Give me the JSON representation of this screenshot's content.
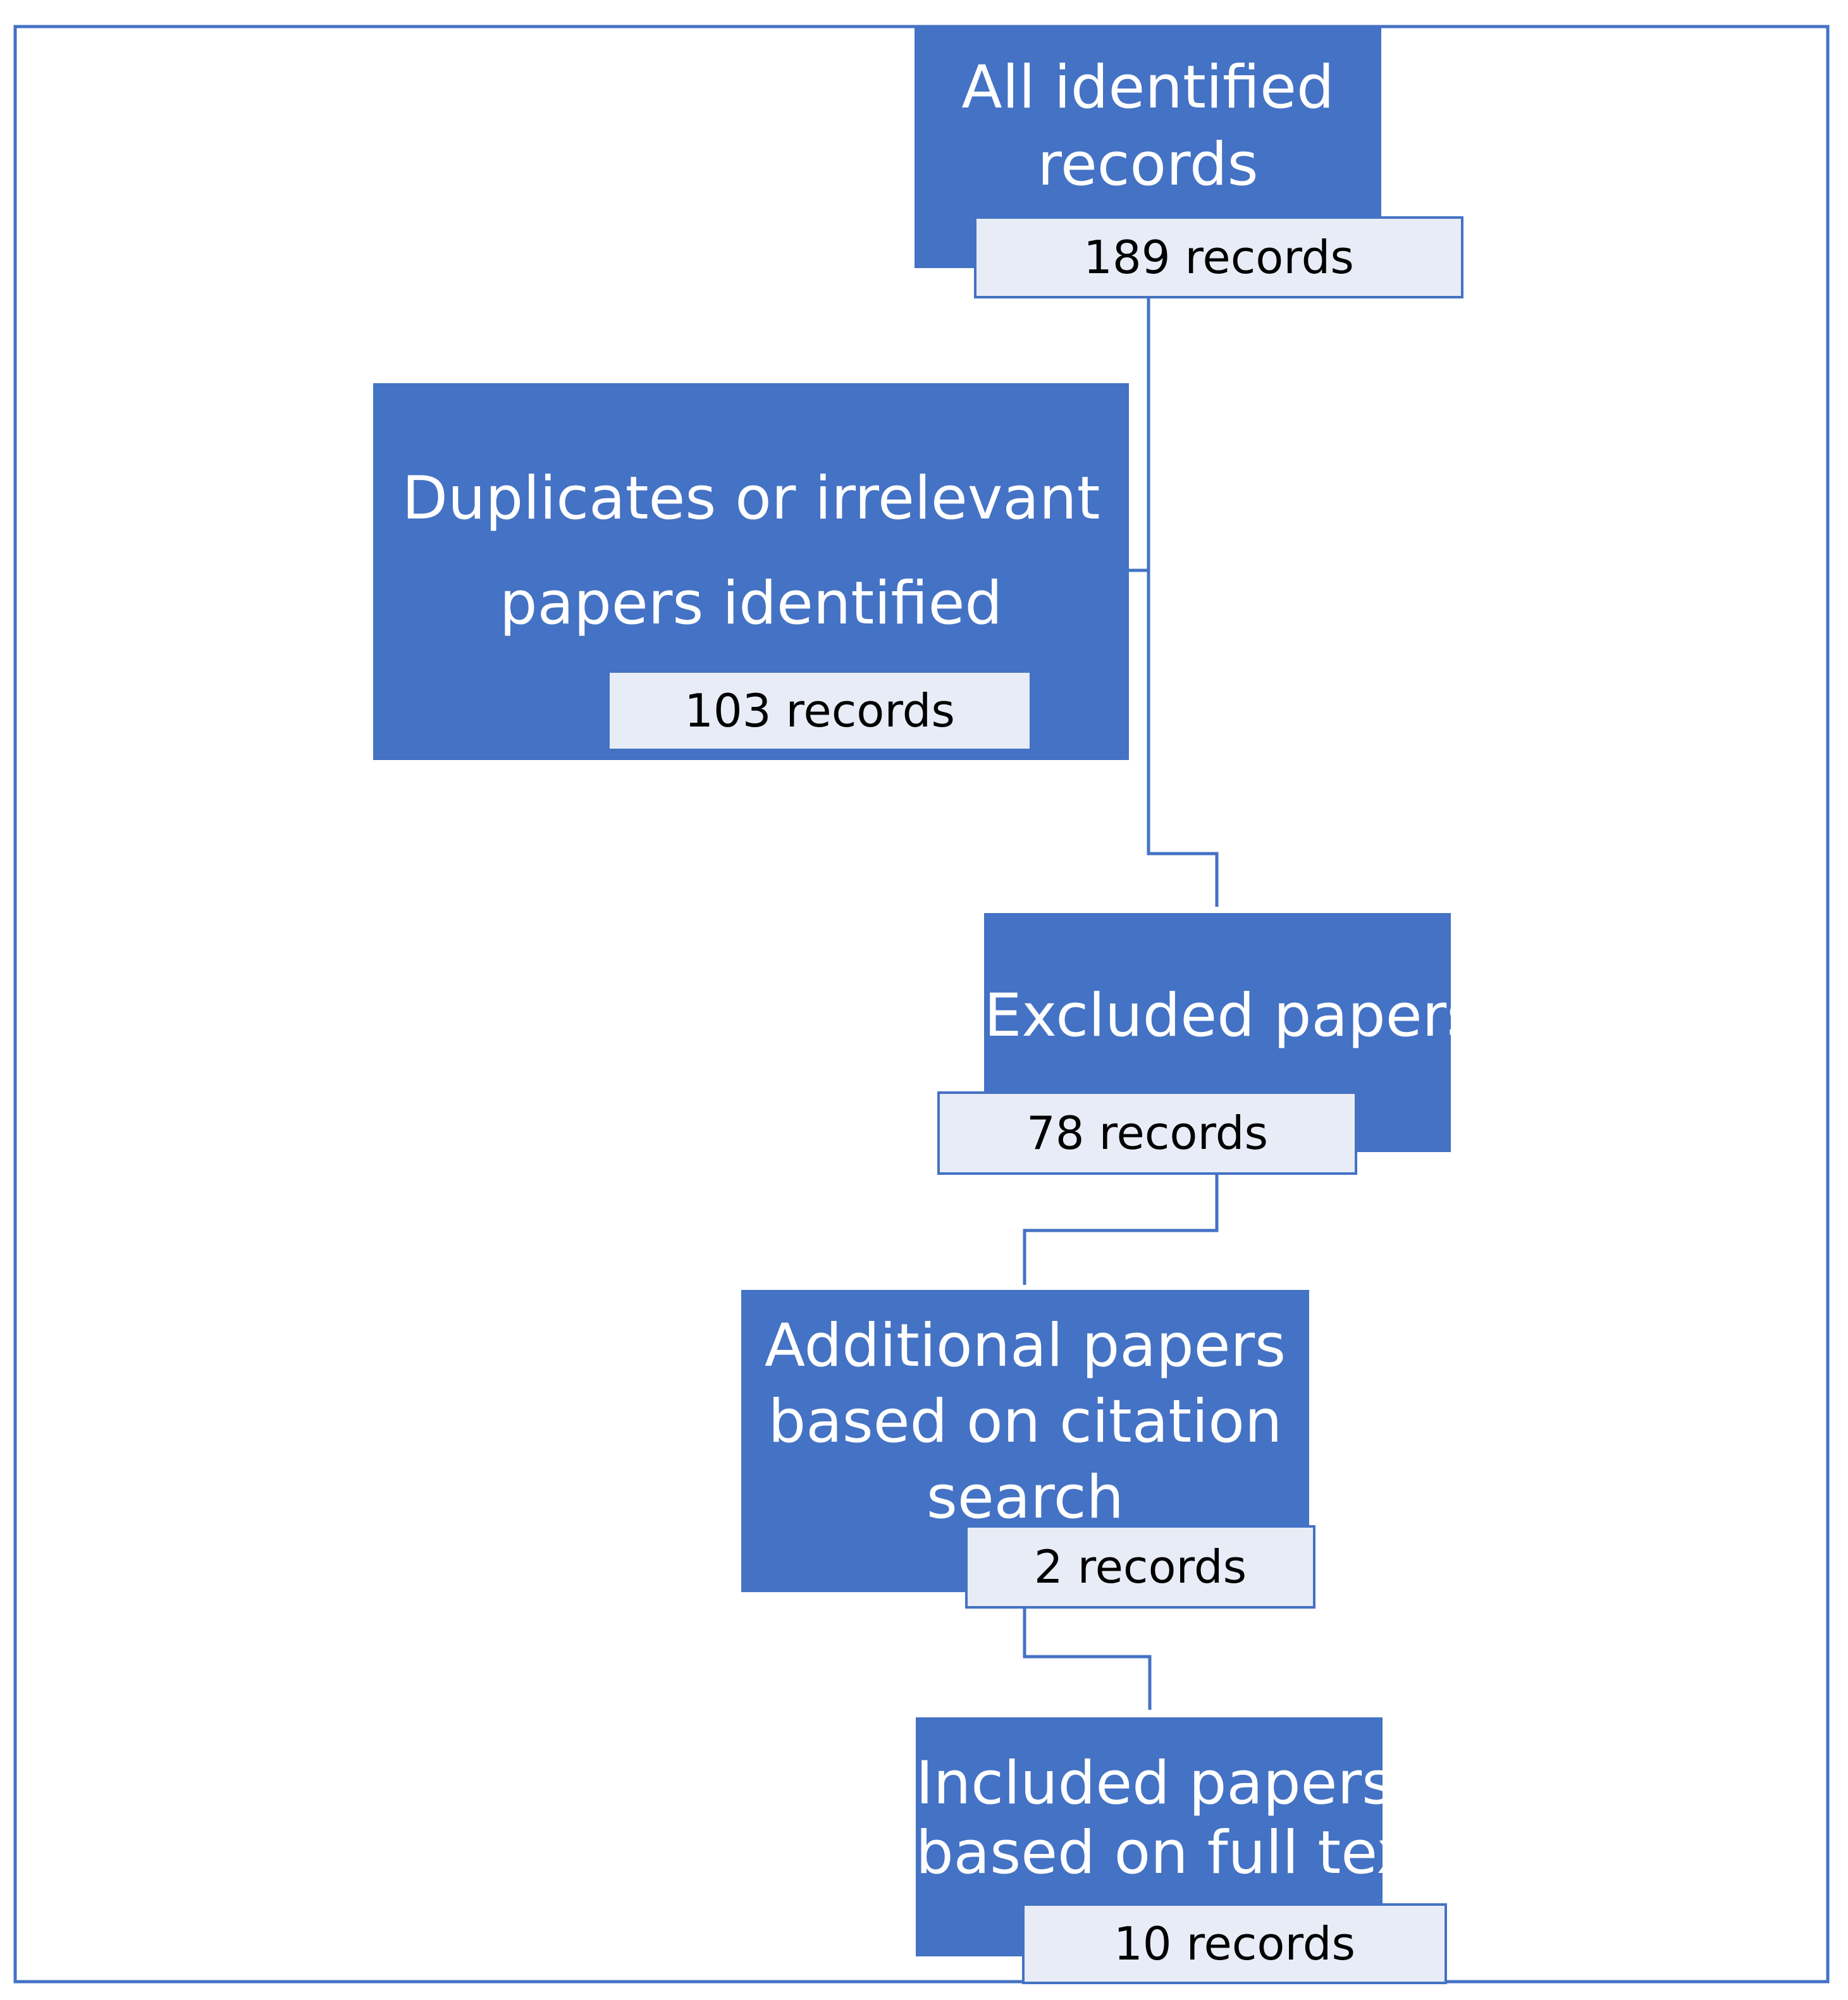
{
  "colors": {
    "box_fill": "#4472c4",
    "badge_fill": "#e8ecf6",
    "connector": "#4472c4",
    "frame": "#4472c4"
  },
  "boxes": {
    "identified": {
      "title_line1": "All identified",
      "title_line2": "records",
      "count": "189 records"
    },
    "duplicates": {
      "title_line1": "Duplicates or irrelevant",
      "title_line2": "papers identified",
      "count": "103 records"
    },
    "excluded": {
      "title_line1": "Excluded papers",
      "count": "78 records"
    },
    "additional": {
      "title_line1": "Additional papers",
      "title_line2": "based on citation",
      "title_line3": "search",
      "count": "2 records"
    },
    "included": {
      "title_line1": "Included papers",
      "title_line2": "based on full text",
      "count": "10 records"
    }
  }
}
